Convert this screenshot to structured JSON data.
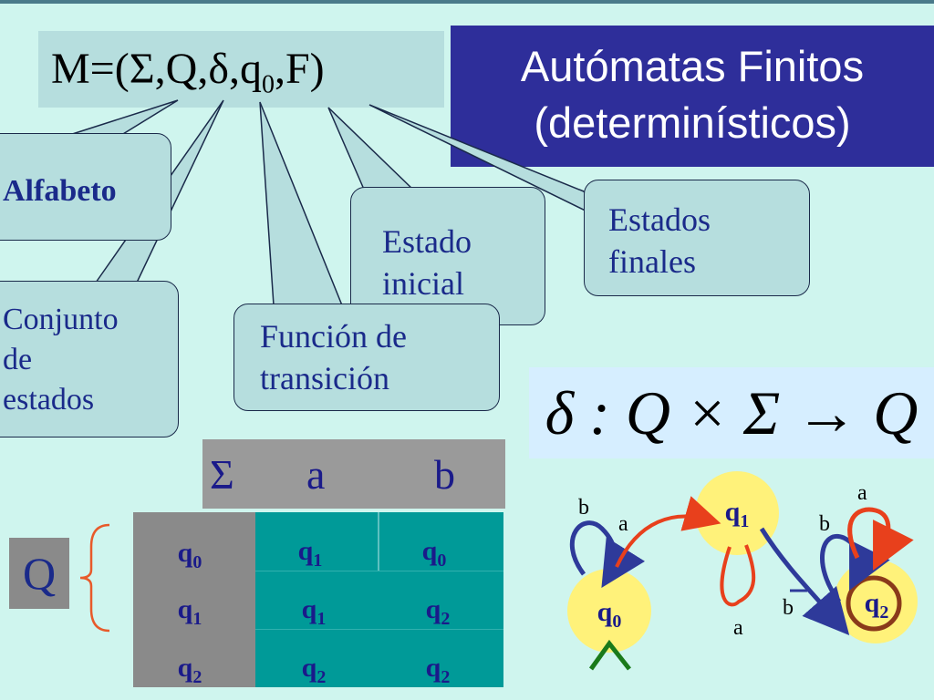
{
  "title": {
    "line1": "Autómatas Finitos",
    "line2": "(determinísticos)"
  },
  "tuple": {
    "main": "M=(Σ,Q,δ,q",
    "sub": "0",
    "end": ",F)"
  },
  "callouts": {
    "alfabeto": "Alfabeto",
    "conjunto": [
      "Conjunto",
      "de",
      "estados"
    ],
    "estado_inicial": [
      "Estado",
      "inicial"
    ],
    "funcion": [
      "Función de",
      "transición"
    ],
    "estados_finales": [
      "Estados",
      "finales"
    ]
  },
  "formula": "δ : Q × Σ → Q",
  "table": {
    "header": [
      "Σ",
      "a",
      "b"
    ],
    "row_label": "Q",
    "rows": [
      {
        "state": "q",
        "state_sub": "0",
        "a": "q",
        "a_sub": "1",
        "b": "q",
        "b_sub": "0"
      },
      {
        "state": "q",
        "state_sub": "1",
        "a": "q",
        "a_sub": "1",
        "b": "q",
        "b_sub": "2"
      },
      {
        "state": "q",
        "state_sub": "2",
        "a": "q",
        "a_sub": "2",
        "b": "q",
        "b_sub": "2"
      }
    ]
  },
  "automaton": {
    "states": [
      {
        "name": "q",
        "sub": "0",
        "initial": true,
        "final": false
      },
      {
        "name": "q",
        "sub": "1",
        "initial": false,
        "final": false
      },
      {
        "name": "q",
        "sub": "2",
        "initial": false,
        "final": true
      }
    ],
    "labels": {
      "q0_loop": "b",
      "q0_q1": "a",
      "q1_loop": "a",
      "q1_q2": "b",
      "q2_loop_b": "b",
      "q2_loop_a": "a"
    }
  },
  "colors": {
    "a_transition": "#e8401c",
    "b_transition": "#2e3a9a",
    "state_fill": "#fff27a",
    "final_ring": "#8a3a1a"
  }
}
